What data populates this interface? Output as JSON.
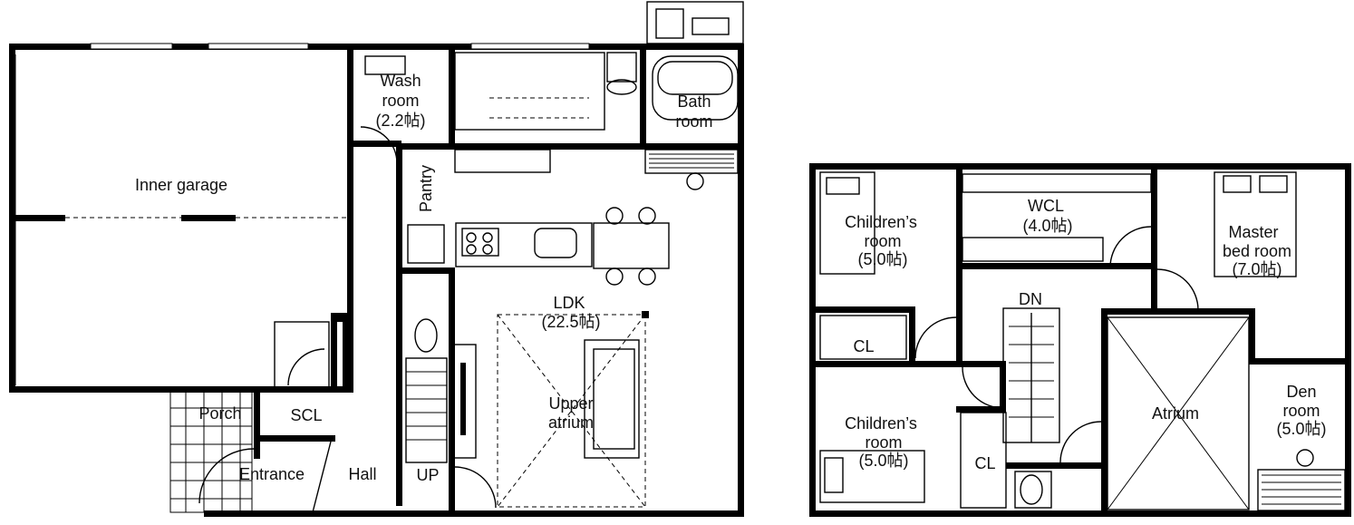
{
  "first_floor": {
    "inner_garage": "Inner garage",
    "wash_room": [
      "Wash",
      "room",
      "(2.2帖)"
    ],
    "bath_room": [
      "Bath",
      "room"
    ],
    "pantry": "Pantry",
    "ldk": [
      "LDK",
      "(22.5帖)"
    ],
    "upper_atrium": [
      "Upper",
      "atrium"
    ],
    "porch": "Porch",
    "scl": "SCL",
    "entrance": "Entrance",
    "hall": "Hall",
    "up": "UP"
  },
  "second_floor": {
    "childrens_room_1": [
      "Children’s",
      "room",
      "(5.0帖)"
    ],
    "wcl": [
      "WCL",
      "(4.0帖)"
    ],
    "master_bed_room": [
      "Master",
      "bed room",
      "(7.0帖)"
    ],
    "cl_1": "CL",
    "dn": "DN",
    "atrium": "Atrium",
    "den_room": [
      "Den",
      "room",
      "(5.0帖)"
    ],
    "childrens_room_2": [
      "Children’s",
      "room",
      "(5.0帖)"
    ],
    "cl_2": "CL"
  }
}
